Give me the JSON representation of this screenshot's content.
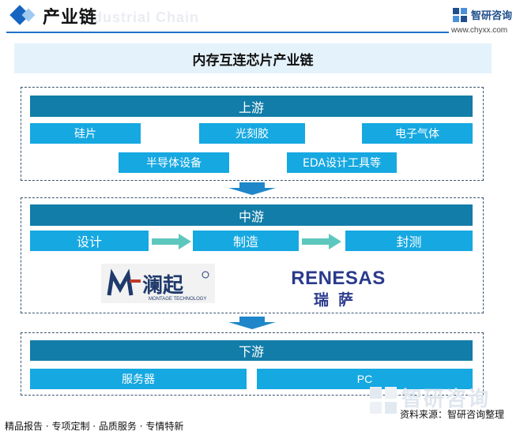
{
  "header": {
    "title": "产业链",
    "subtitle_en": "Industrial Chain",
    "brand_name": "智研咨询",
    "brand_url": "www.chyxx.com"
  },
  "diagram": {
    "title": "内存互连芯片产业链",
    "upstream": {
      "label": "上游",
      "items": [
        "硅片",
        "光刻胶",
        "电子气体",
        "半导体设备",
        "EDA设计工具等"
      ]
    },
    "midstream": {
      "label": "中游",
      "steps": [
        "设计",
        "制造",
        "封测"
      ],
      "companies": [
        {
          "name": "澜起",
          "name_en": "MONTAGE TECHNOLOGY"
        },
        {
          "name": "瑞萨",
          "name_en": "RENESAS"
        }
      ]
    },
    "downstream": {
      "label": "下游",
      "items": [
        "服务器",
        "PC"
      ]
    }
  },
  "footer": {
    "services": "精品报告 · 专项定制 · 品质服务 · 专情特新",
    "source": "资料来源：智研咨询整理",
    "watermark": "智研咨询"
  },
  "colors": {
    "header_bar": "#127da8",
    "item_box": "#16a8e1",
    "arrow": "#5cc8bd",
    "down_arrow": "#1f87c9"
  }
}
